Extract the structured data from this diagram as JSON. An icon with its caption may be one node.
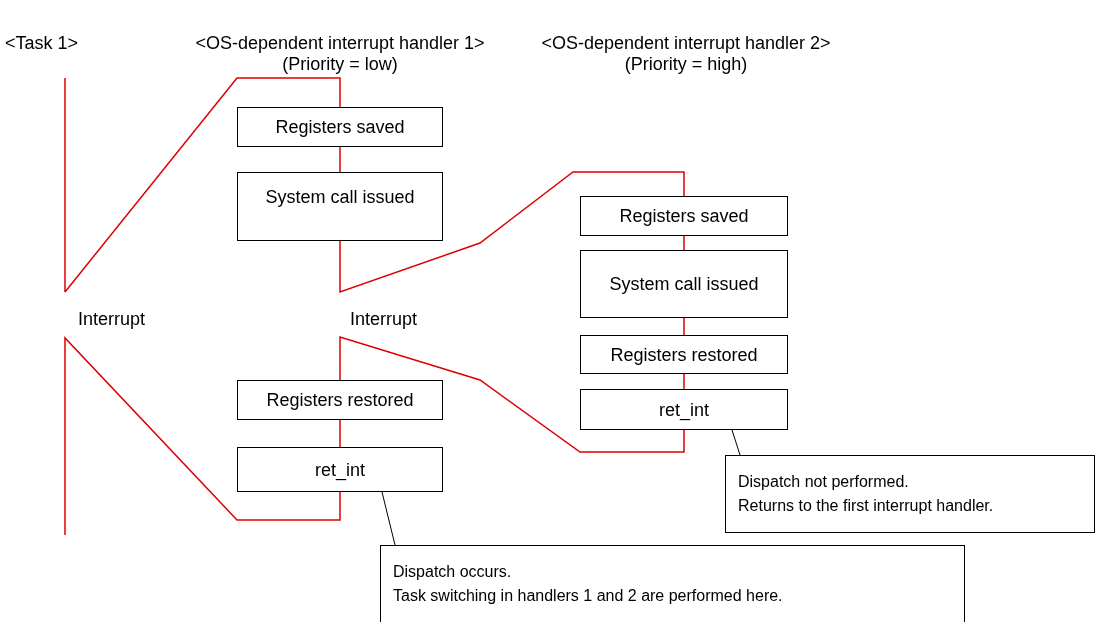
{
  "diagram": {
    "nodes": [
      {
        "text": [
          "Registers saved"
        ]
      },
      {
        "text": [
          "System call issued"
        ]
      },
      {
        "text": [
          "Registers saved"
        ]
      },
      {
        "text": [
          "System call issued"
        ]
      },
      {
        "text": [
          "Registers restored"
        ]
      },
      {
        "text": [
          "ret_int"
        ]
      },
      {
        "text": [
          "Registers restored"
        ]
      },
      {
        "text": [
          "ret_int"
        ]
      },
      {
        "text": [
          "Dispatch not performed.",
          "Returns to the first interrupt handler."
        ]
      },
      {
        "text": [
          "Dispatch occurs.",
          "Task switching in handlers 1 and 2 are performed here."
        ]
      }
    ],
    "edges": [
      {
        "from": null,
        "to": 0,
        "arrow": "none"
      },
      {
        "from": 0,
        "to": 1,
        "arrow": "none"
      },
      {
        "from": 1,
        "to": 2,
        "arrow": "none"
      },
      {
        "from": 2,
        "to": 3,
        "arrow": "none"
      },
      {
        "from": 3,
        "to": 4,
        "arrow": "none"
      },
      {
        "from": 4,
        "to": 5,
        "arrow": "none"
      },
      {
        "from": 5,
        "to": 6,
        "arrow": "none"
      },
      {
        "from": 6,
        "to": 7,
        "arrow": "none"
      },
      {
        "from": 7,
        "to": null,
        "arrow": "none"
      },
      {
        "from": 8,
        "to": 5,
        "arrow": "none",
        "color": "#000000"
      },
      {
        "from": 9,
        "to": 7,
        "arrow": "none",
        "color": "#000000"
      }
    ],
    "labels": [
      "<Task 1>",
      "<OS-dependent interrupt handler 1>",
      "(Priority = low)",
      "<OS-dependent interrupt handler 2>",
      "(Priority = high)",
      "Interrupt",
      "Interrupt"
    ]
  }
}
